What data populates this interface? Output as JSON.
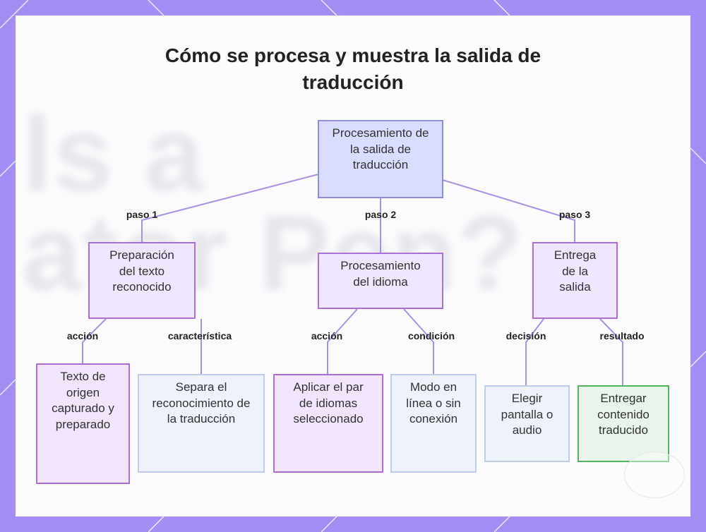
{
  "title": "Cómo se procesa y muestra la salida de traducción",
  "root": {
    "label": "Procesamiento de la salida de traducción"
  },
  "steps": [
    {
      "edge": "paso 1",
      "label": "Preparación del texto reconocido"
    },
    {
      "edge": "paso 2",
      "label": "Procesamiento del idioma"
    },
    {
      "edge": "paso 3",
      "label": "Entrega de la salida"
    }
  ],
  "details": [
    {
      "edge": "acción",
      "label": "Texto de origen capturado y preparado"
    },
    {
      "edge": "característica",
      "label": "Separa el reconocimiento de la traducción"
    },
    {
      "edge": "acción",
      "label": "Aplicar el par de idiomas seleccionado"
    },
    {
      "edge": "condición",
      "label": "Modo en línea o sin conexión"
    },
    {
      "edge": "decisión",
      "label": "Elegir pantalla o audio"
    },
    {
      "edge": "resultado",
      "label": "Entregar contenido traducido"
    }
  ],
  "colors": {
    "background": "#a48df4",
    "connector": "#a990e0",
    "root_fill": "#d9dcff",
    "step_fill": "#f0e6ff",
    "result_border": "#54b45e"
  }
}
